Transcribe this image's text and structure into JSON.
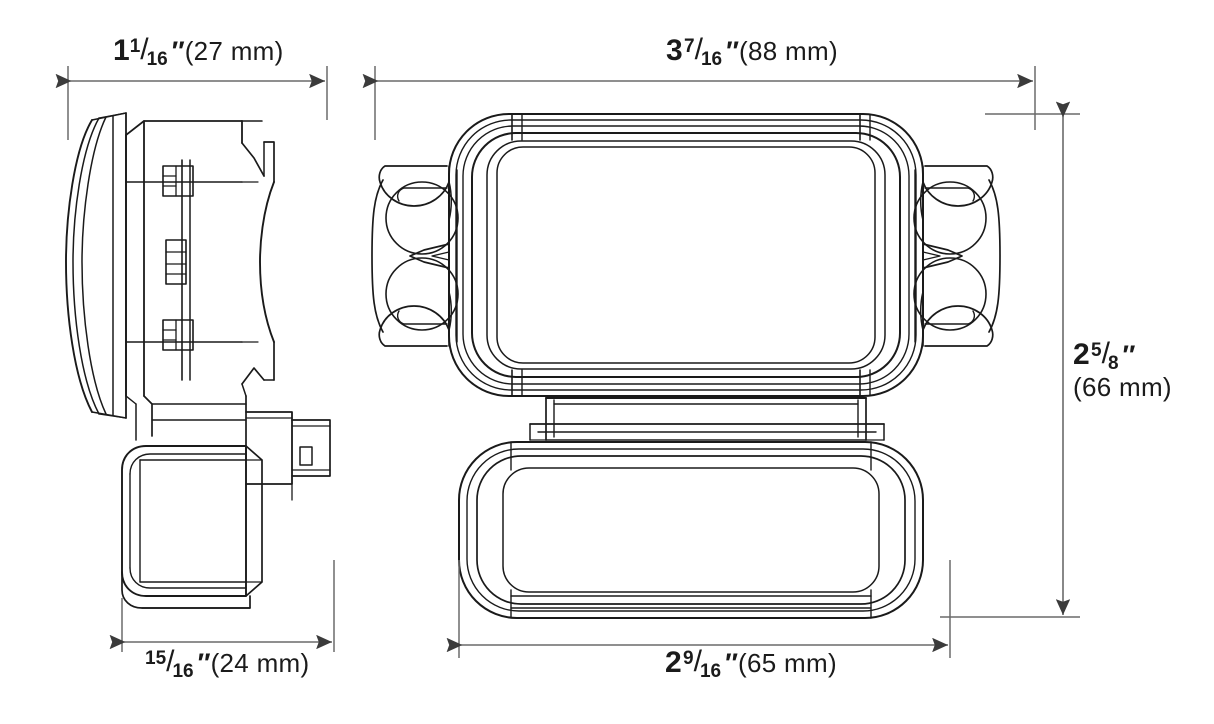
{
  "drawing": {
    "title": "Product dimension drawing",
    "background_color": "#ffffff",
    "line_color": "#1a1a1a",
    "dimension_line_color": "#5a5a5a",
    "views": [
      {
        "name": "side-view",
        "position": "left"
      },
      {
        "name": "front-view",
        "position": "right"
      }
    ]
  },
  "dimensions": {
    "side_width_top": {
      "whole": "1",
      "numerator": "1",
      "slash": "/",
      "denominator": "16",
      "inch_mark": "″",
      "metric": "(27 mm)",
      "full_text": "1 1/16″ (27 mm)",
      "orientation": "horizontal",
      "placement": "top-left"
    },
    "front_width_top": {
      "whole": "3",
      "numerator": "7",
      "slash": "/",
      "denominator": "16",
      "inch_mark": "″",
      "metric": "(88 mm)",
      "full_text": "3 7/16″ (88 mm)",
      "orientation": "horizontal",
      "placement": "top-right"
    },
    "front_height_right": {
      "whole": "2",
      "numerator": "5",
      "slash": "/",
      "denominator": "8",
      "inch_mark": "″",
      "metric": "(66 mm)",
      "full_text": "2 5/8″ (66 mm)",
      "orientation": "vertical",
      "placement": "right"
    },
    "side_width_bottom": {
      "whole": "",
      "numerator": "15",
      "slash": "/",
      "denominator": "16",
      "inch_mark": "″",
      "metric": "(24 mm)",
      "full_text": "15/16″ (24 mm)",
      "orientation": "horizontal",
      "placement": "bottom-left"
    },
    "front_width_bottom": {
      "whole": "2",
      "numerator": "9",
      "slash": "/",
      "denominator": "16",
      "inch_mark": "″",
      "metric": "(65 mm)",
      "full_text": "2 9/16″ (65 mm)",
      "orientation": "horizontal",
      "placement": "bottom-right"
    }
  }
}
